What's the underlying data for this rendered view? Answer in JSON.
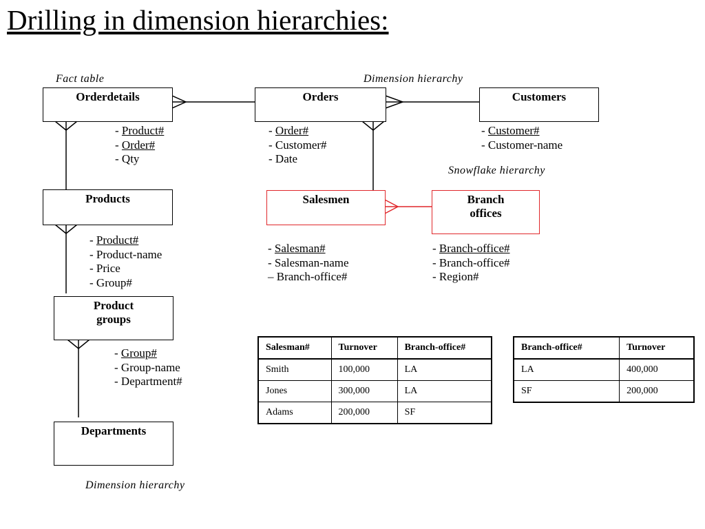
{
  "title": "Drilling in dimension hierarchies:",
  "captions": {
    "fact_table": "Fact table",
    "dimension_hierarchy_top": "Dimension hierarchy",
    "snowflake_hierarchy": "Snowflake hierarchy",
    "dimension_hierarchy_bottom": "Dimension hierarchy"
  },
  "entities": {
    "orderdetails": "Orderdetails",
    "orders": "Orders",
    "customers": "Customers",
    "products": "Products",
    "salesmen": "Salesmen",
    "branch_offices": "Branch\noffices",
    "product_groups": "Product\ngroups",
    "departments": "Departments"
  },
  "colors": {
    "snowflake": "#e0262a",
    "line": "#000000"
  },
  "attributes": {
    "orderdetails": [
      {
        "prefix": "- ",
        "name": "Product#",
        "key": true
      },
      {
        "prefix": "- ",
        "name": "Order#",
        "key": true
      },
      {
        "prefix": "- ",
        "name": "Qty",
        "key": false
      }
    ],
    "orders": [
      {
        "prefix": "- ",
        "name": "Order#",
        "key": true
      },
      {
        "prefix": "- ",
        "name": "Customer#",
        "key": false
      },
      {
        "prefix": "- ",
        "name": "Date",
        "key": false
      }
    ],
    "customers": [
      {
        "prefix": "- ",
        "name": "Customer#",
        "key": true
      },
      {
        "prefix": "- ",
        "name": "Customer-name",
        "key": false
      }
    ],
    "products": [
      {
        "prefix": "- ",
        "name": "Product#",
        "key": true
      },
      {
        "prefix": "- ",
        "name": "Product-name",
        "key": false
      },
      {
        "prefix": "- ",
        "name": "Price",
        "key": false
      },
      {
        "prefix": "- ",
        "name": "Group#",
        "key": false
      }
    ],
    "salesmen": [
      {
        "prefix": "- ",
        "name": "Salesman#",
        "key": true
      },
      {
        "prefix": "- ",
        "name": "Salesman-name",
        "key": false
      },
      {
        "prefix": "– ",
        "name": "Branch-office#",
        "key": false
      }
    ],
    "branch_offices": [
      {
        "prefix": "- ",
        "name": "Branch-office#",
        "key": true
      },
      {
        "prefix": "- ",
        "name": "Branch-office#",
        "key": false
      },
      {
        "prefix": "- ",
        "name": "Region#",
        "key": false
      }
    ],
    "product_groups": [
      {
        "prefix": "- ",
        "name": "Group#",
        "key": true
      },
      {
        "prefix": "- ",
        "name": "Group-name",
        "key": false
      },
      {
        "prefix": "- ",
        "name": "Department#",
        "key": false
      }
    ]
  },
  "tables": {
    "salesman_turnover": {
      "headers": [
        "Salesman#",
        "Turnover",
        "Branch-office#"
      ],
      "rows": [
        [
          "Smith",
          "100,000",
          "LA"
        ],
        [
          "Jones",
          "300,000",
          "LA"
        ],
        [
          "Adams",
          "200,000",
          "SF"
        ]
      ]
    },
    "branch_turnover": {
      "headers": [
        "Branch-office#",
        "Turnover"
      ],
      "rows": [
        [
          "LA",
          "400,000"
        ],
        [
          "SF",
          "200,000"
        ]
      ]
    }
  }
}
